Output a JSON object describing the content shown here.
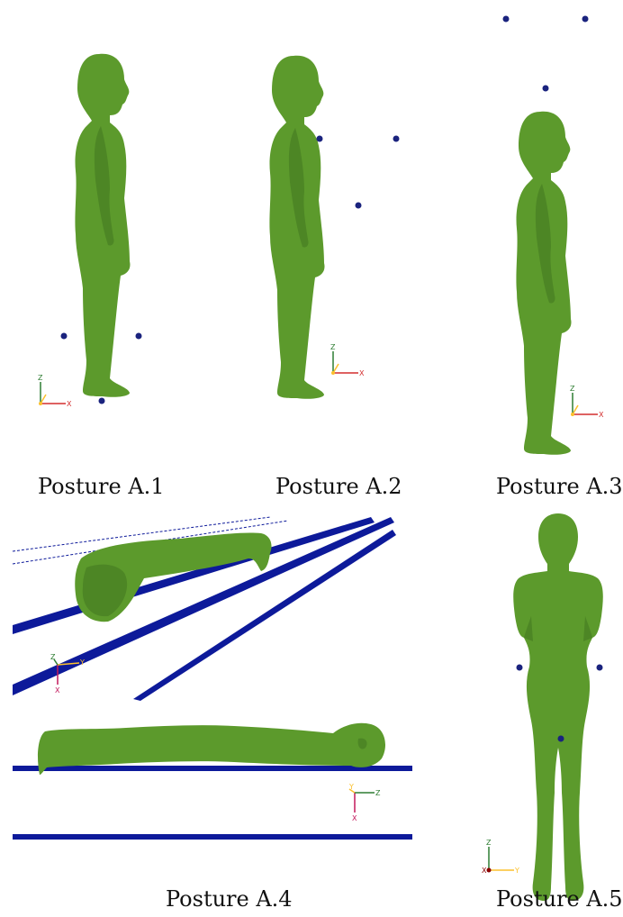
{
  "colors": {
    "body": "#5c9a2c",
    "body_dark": "#4d8625",
    "marker": "#1a237e",
    "rail": "#0d1a9a",
    "axis_x": "#d32f2f",
    "axis_y": "#fbc02d",
    "axis_z": "#2e7d32",
    "axis_x_alt": "#c2185b"
  },
  "panels": [
    {
      "id": "A.1",
      "caption": "Posture A.1"
    },
    {
      "id": "A.2",
      "caption": "Posture A.2"
    },
    {
      "id": "A.3",
      "caption": "Posture A.3"
    },
    {
      "id": "A.4",
      "caption": "Posture A.4"
    },
    {
      "id": "A.5",
      "caption": "Posture A.5"
    }
  ],
  "axis_labels": {
    "a1": {
      "up": "Z",
      "right": "X"
    },
    "a2": {
      "up": "Z",
      "right": "X"
    },
    "a3": {
      "up": "Z",
      "right": "X"
    },
    "a4_top": {
      "up": "Z",
      "right": "Y",
      "down": "X"
    },
    "a4_bottom": {
      "left": "Y",
      "right": "Z",
      "down": "X"
    },
    "a5": {
      "up": "Z",
      "right": "Y",
      "origin": "X"
    }
  }
}
